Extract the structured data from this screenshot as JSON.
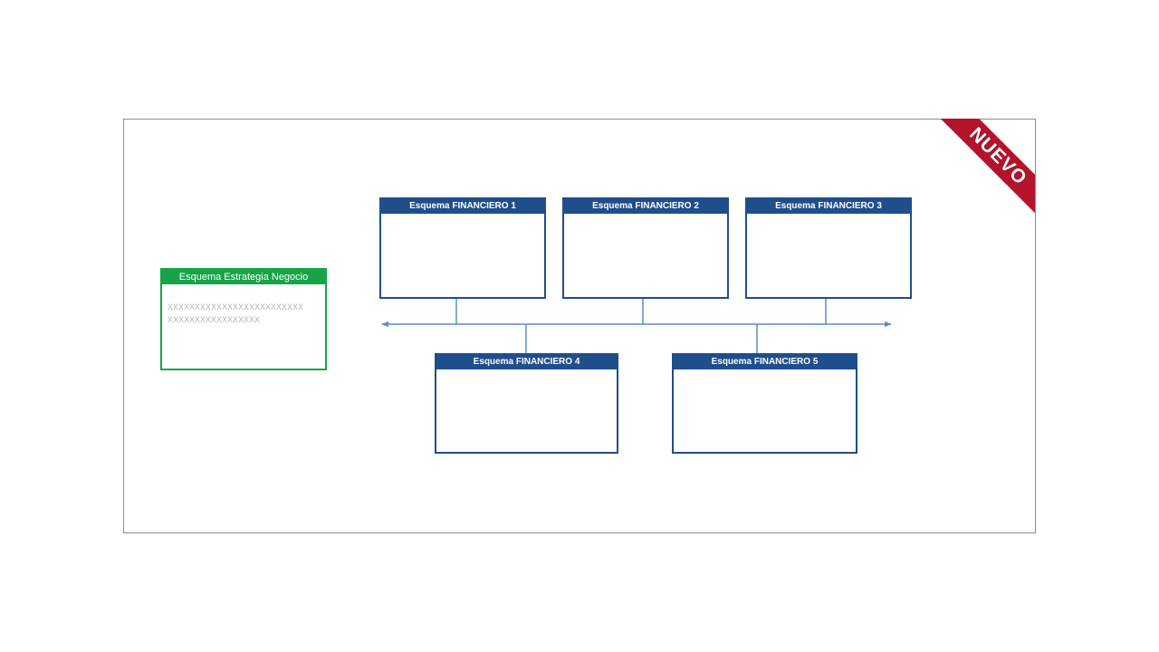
{
  "badge": {
    "label": "NUEVO",
    "color": "#b5132b"
  },
  "strategy_box": {
    "title": "Esquema Estrategia Negocio",
    "lines": [
      "XXXXXXXXXXXXXXXXXXXXXXXXX",
      "XXXXXXXXXXXXXXXXX"
    ],
    "color": "#16a34a"
  },
  "financial_boxes": [
    {
      "title": "Esquema FINANCIERO 1"
    },
    {
      "title": "Esquema FINANCIERO 2"
    },
    {
      "title": "Esquema FINANCIERO 3"
    },
    {
      "title": "Esquema FINANCIERO 4"
    },
    {
      "title": "Esquema FINANCIERO 5"
    }
  ],
  "colors": {
    "financial_header": "#1f4e8c",
    "connector": "#5b8cc4",
    "frame_border": "#8c8c8c"
  }
}
